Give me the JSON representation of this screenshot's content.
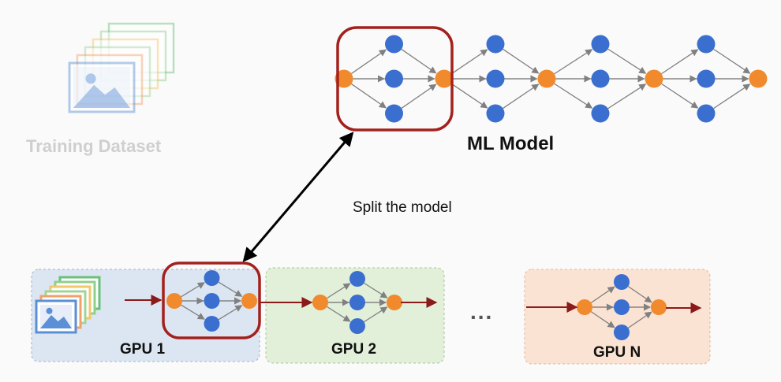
{
  "colors": {
    "input_node": "#f08a2c",
    "hidden_node": "#3a6fd0",
    "edge": "#808080",
    "highlight": "#a3211d",
    "flow_arrow": "#8b1a1a",
    "split_arrow": "#000000",
    "gpu1_fill": "#dce6f2",
    "gpu2_fill": "#e2efd9",
    "gpun_fill": "#fbe3d3"
  },
  "dataset": {
    "label": "Training Dataset",
    "icon": "image-stack-icon"
  },
  "model": {
    "label": "ML Model",
    "segments": 4
  },
  "split": {
    "label": "Split the model"
  },
  "gpus": [
    {
      "label": "GPU 1",
      "highlighted": true
    },
    {
      "label": "GPU 2",
      "highlighted": false
    },
    {
      "label": "GPU N",
      "highlighted": false
    }
  ],
  "ellipsis": "..."
}
